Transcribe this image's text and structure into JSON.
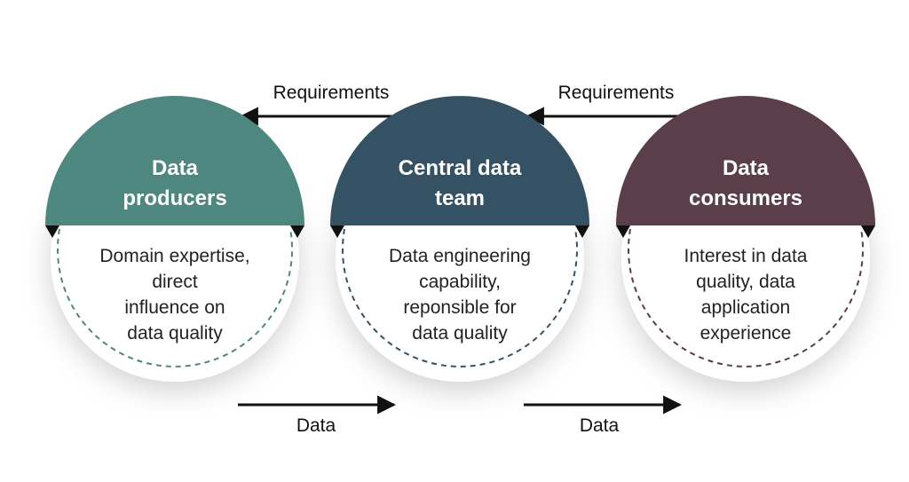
{
  "colors": {
    "producers": "#4e877f",
    "central": "#355265",
    "consumers": "#5a3e49",
    "arrow": "#111111"
  },
  "arrows": {
    "requirements_left": "Requirements",
    "requirements_right": "Requirements",
    "data_left": "Data",
    "data_right": "Data"
  },
  "nodes": [
    {
      "title": [
        "Data",
        "producers"
      ],
      "lines": [
        "Domain expertise,",
        "direct",
        "influence on",
        "data quality"
      ]
    },
    {
      "title": [
        "Central data",
        "team"
      ],
      "lines": [
        "Data engineering",
        "capability,",
        "reponsible for",
        "data quality"
      ]
    },
    {
      "title": [
        "Data",
        "consumers"
      ],
      "lines": [
        "Interest in data",
        "quality, data",
        "application",
        "experience"
      ]
    }
  ]
}
